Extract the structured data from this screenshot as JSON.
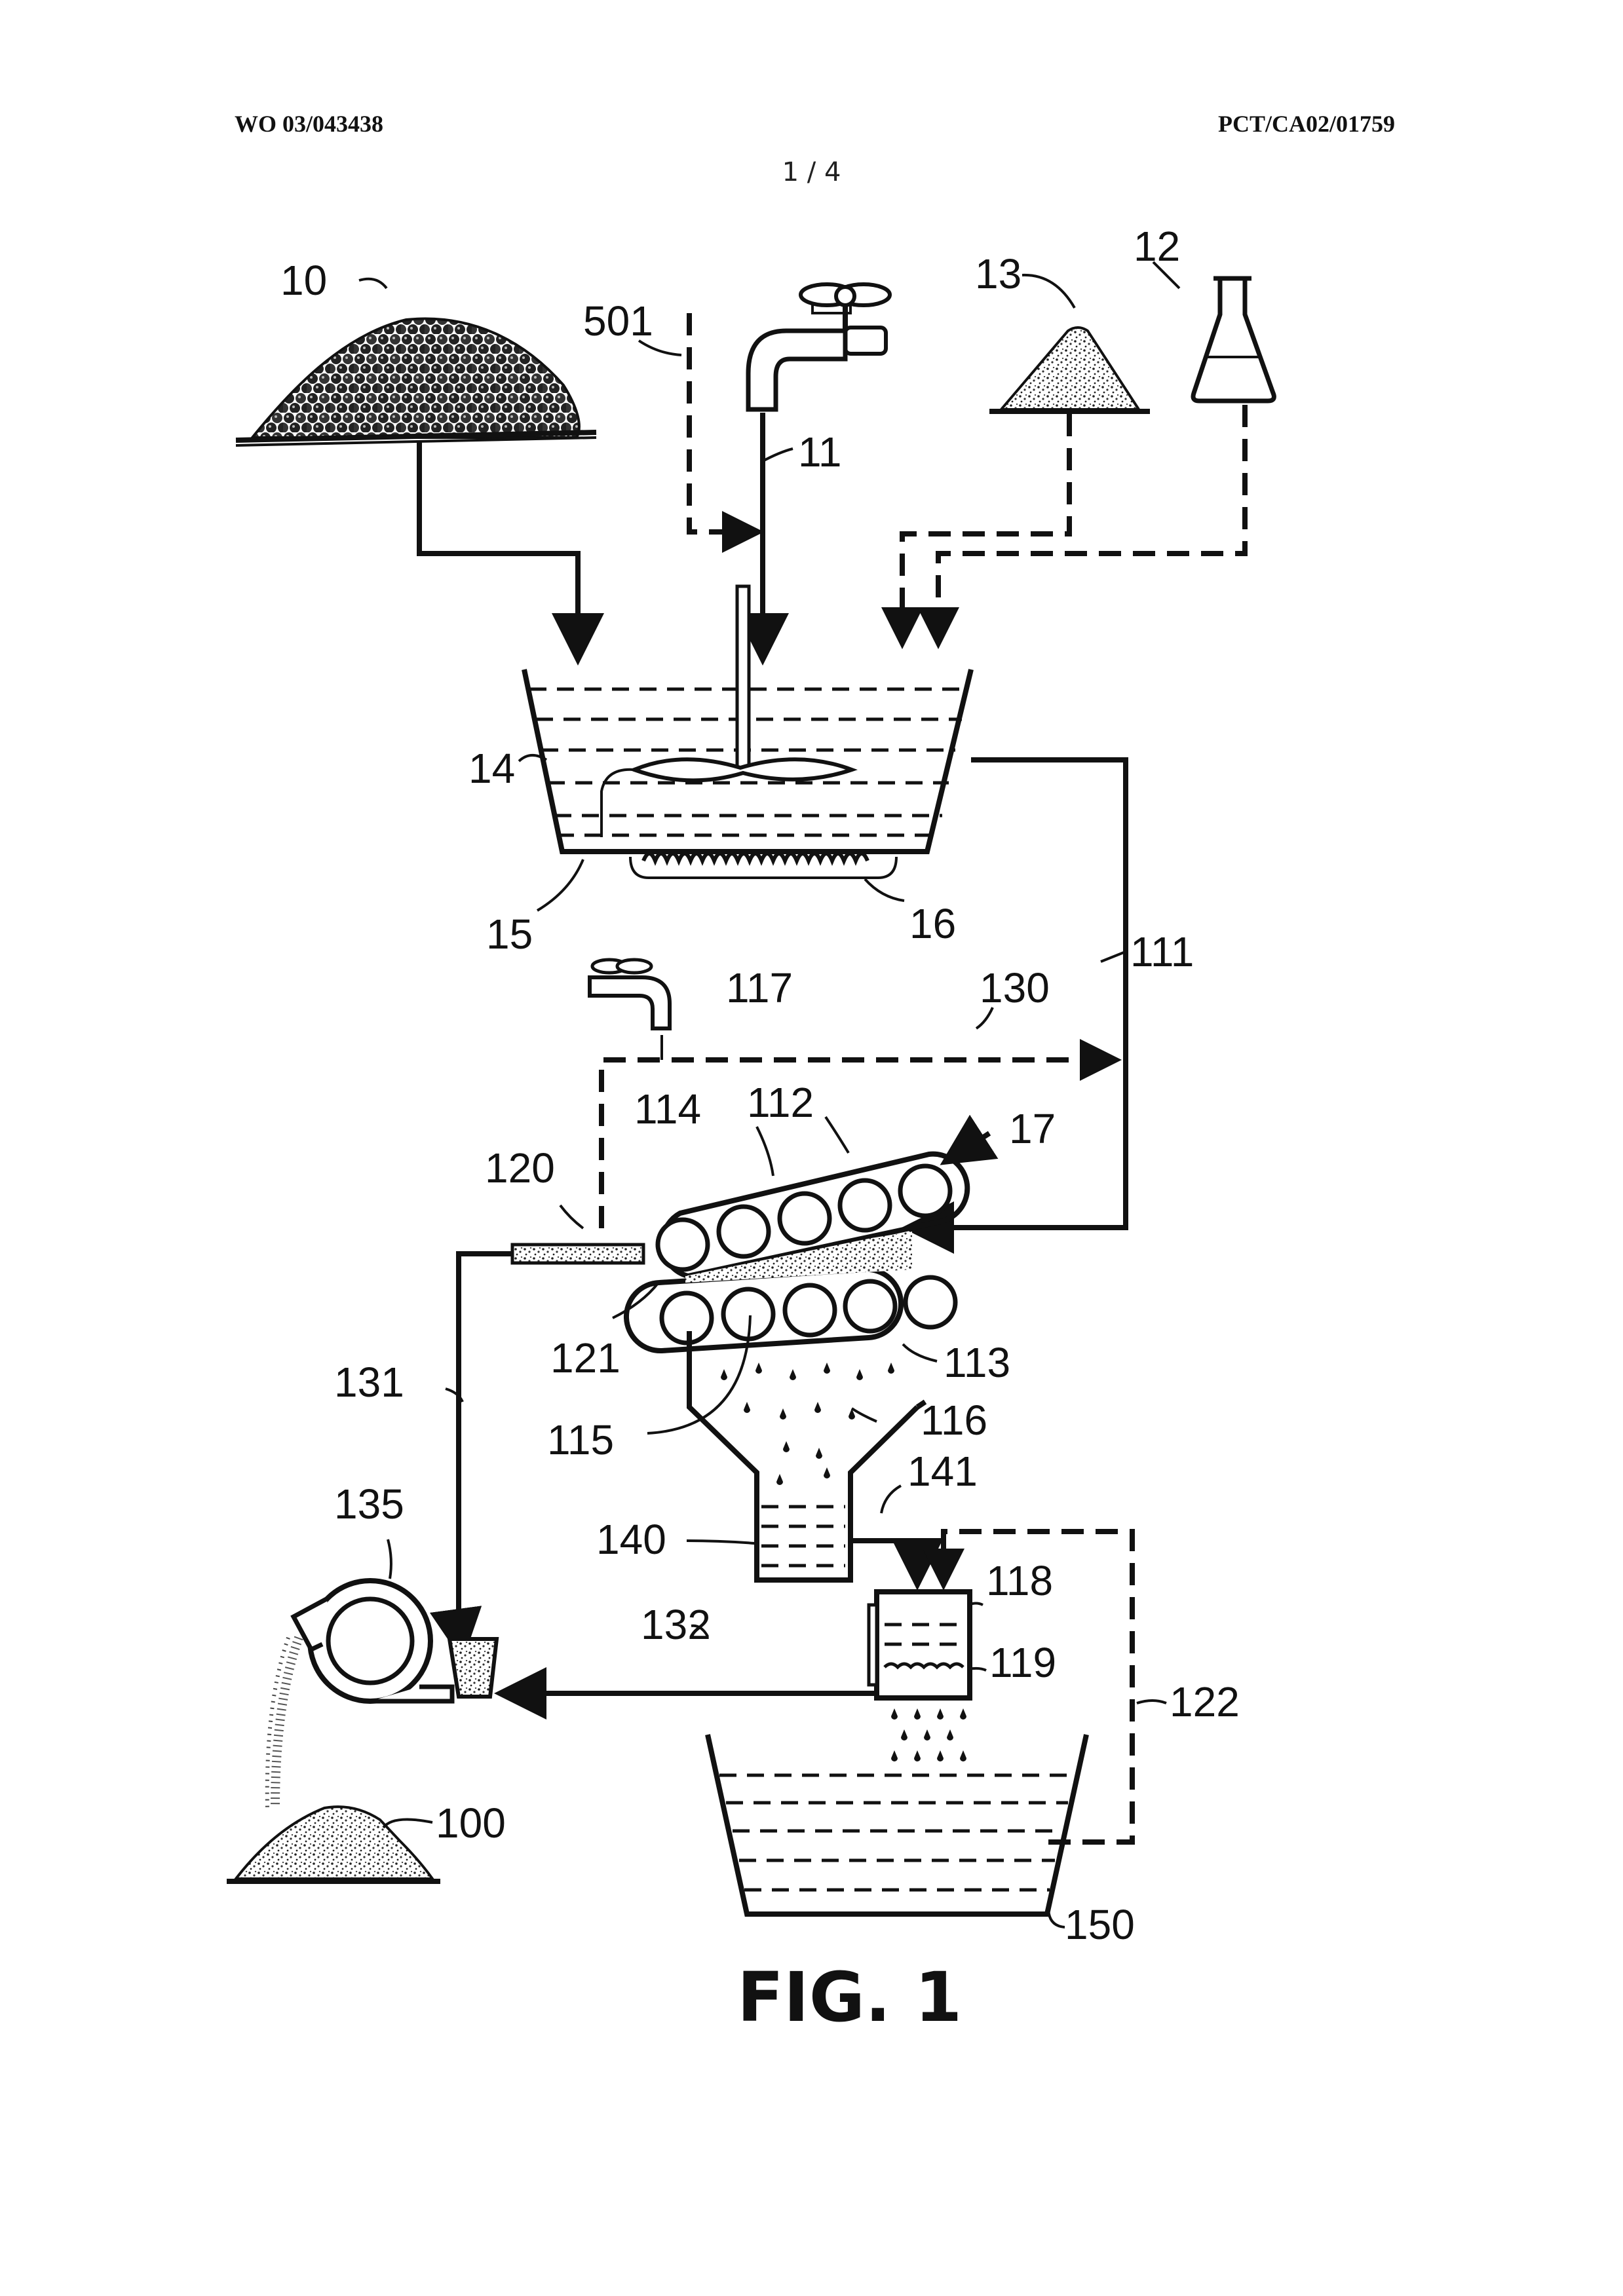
{
  "header": {
    "publication_number": "WO 03/043438",
    "application_number": "PCT/CA02/01759",
    "sheet": "1 / 4"
  },
  "figure": {
    "caption": "FIG. 1",
    "labels": {
      "l10": "10",
      "l11": "11",
      "l12": "12",
      "l13": "13",
      "l14": "14",
      "l15": "15",
      "l16": "16",
      "l17": "17",
      "l100": "100",
      "l111": "111",
      "l112": "112",
      "l113": "113",
      "l114": "114",
      "l115": "115",
      "l116": "116",
      "l117": "117",
      "l118": "118",
      "l119": "119",
      "l120": "120",
      "l121": "121",
      "l122": "122",
      "l130": "130",
      "l131": "131",
      "l132": "132",
      "l135": "135",
      "l140": "140",
      "l141": "141",
      "l150": "150",
      "l501": "501"
    }
  }
}
